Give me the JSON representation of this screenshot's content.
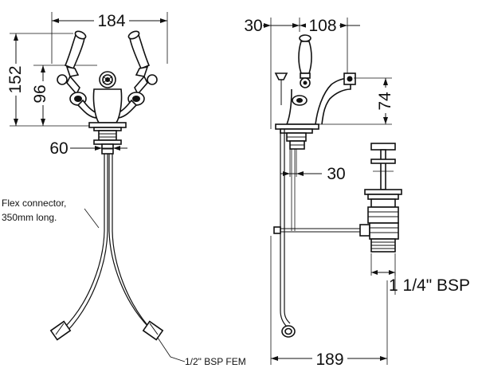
{
  "front_view": {
    "width_dim": "184",
    "height_dim": "152",
    "spout_height_dim": "96",
    "connector_dim": "60",
    "flex_label_line1": "Flex connector,",
    "flex_label_line2": "350mm long.",
    "bsp_fem_label": "1/2\" BSP FEM"
  },
  "side_view": {
    "offset_dim": "30",
    "projection_dim": "108",
    "spout_dim": "74",
    "tail_dim": "30",
    "waste_thread_label": "1 1/4\" BSP",
    "overall_dim": "189"
  }
}
